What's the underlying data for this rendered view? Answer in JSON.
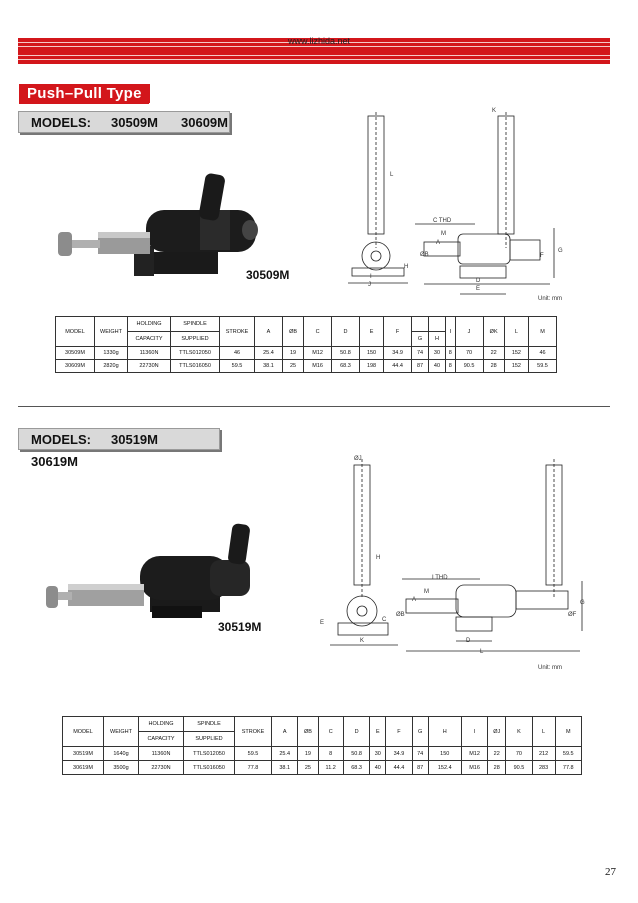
{
  "header": {
    "website": "www.lizhida.net",
    "title": "Push–Pull Type"
  },
  "sections": [
    {
      "models_label": "MODELS:",
      "model_a": "30509M",
      "model_b": "30609M",
      "product_label": "30509M",
      "unit": "Unit: mm",
      "drawing_labels": {
        "k": "K",
        "thd": "C THD",
        "m": "M",
        "a": "A",
        "b": "ØB",
        "g": "G",
        "f": "F",
        "h": "H",
        "d": "D",
        "e": "E",
        "i": "I",
        "j": "J",
        "l": "L"
      },
      "table": {
        "headers": [
          [
            "MODEL",
            "WEIGHT",
            "HOLDING",
            "SPINDLE",
            "STROKE",
            "A",
            "ØB",
            "C",
            "D",
            "E",
            "F",
            "",
            "",
            "I",
            "J",
            "ØK",
            "L",
            "M"
          ],
          [
            "",
            "",
            "CAPACITY",
            "SUPPLIED",
            "",
            "",
            "",
            "",
            "",
            "",
            "",
            "G",
            "H",
            "",
            "",
            "",
            "",
            ""
          ]
        ],
        "rows": [
          [
            "30509M",
            "1330g",
            "11360N",
            "TTLS012050",
            "46",
            "25.4",
            "19",
            "M12",
            "50.8",
            "150",
            "34.9",
            "74",
            "30",
            "8",
            "70",
            "22",
            "152",
            "46"
          ],
          [
            "30609M",
            "2820g",
            "22730N",
            "TTLS016050",
            "59.5",
            "38.1",
            "25",
            "M16",
            "68.3",
            "198",
            "44.4",
            "87",
            "40",
            "8",
            "90.5",
            "28",
            "152",
            "59.5"
          ]
        ]
      }
    },
    {
      "models_label": "MODELS:",
      "model_a": "30519M",
      "model_b": "30619M",
      "product_label": "30519M",
      "unit": "Unit: mm",
      "drawing_labels": {
        "j": "ØJ",
        "thd": "I THD",
        "m": "M",
        "a": "A",
        "b": "ØB",
        "f": "ØF",
        "g": "G",
        "e": "E",
        "c": "C",
        "h": "H",
        "k": "K",
        "d": "D",
        "l": "L"
      },
      "table": {
        "headers": [
          [
            "MODEL",
            "WEIGHT",
            "HOLDING",
            "SPINDLE",
            "STROKE",
            "A",
            "ØB",
            "C",
            "D",
            "E",
            "F",
            "G",
            "H",
            "I",
            "ØJ",
            "K",
            "L",
            "M"
          ],
          [
            "",
            "",
            "CAPACITY",
            "SUPPLIED",
            "",
            "",
            "",
            "",
            "",
            "",
            "",
            "",
            "",
            "",
            "",
            "",
            "",
            ""
          ]
        ],
        "rows": [
          [
            "30519M",
            "1640g",
            "11360N",
            "TTLS012050",
            "59.5",
            "25.4",
            "19",
            "8",
            "50.8",
            "30",
            "34.9",
            "74",
            "150",
            "M12",
            "22",
            "70",
            "212",
            "59.5"
          ],
          [
            "30619M",
            "3500g",
            "22730N",
            "TTLS016050",
            "77.8",
            "38.1",
            "25",
            "11.2",
            "68.3",
            "40",
            "44.4",
            "87",
            "152.4",
            "M16",
            "28",
            "90.5",
            "283",
            "77.8"
          ]
        ]
      }
    }
  ],
  "page_number": "27"
}
